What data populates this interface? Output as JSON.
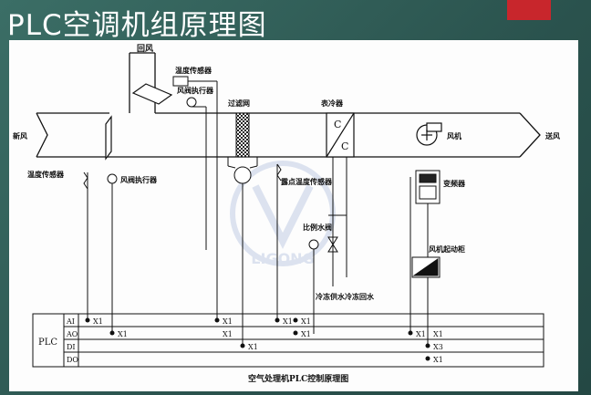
{
  "slide": {
    "title": "PLC空调机组原理图",
    "accent_color": "#c8262c",
    "background_color": "#2d5a55"
  },
  "diagram": {
    "caption": "空气处理机PLC控制原理图",
    "watermark": "LIGONG",
    "labels": {
      "return_air": "回风",
      "temp_sensor_return": "温度传感器",
      "damper_actuator_top": "风阀执行器",
      "filter": "过滤网",
      "cooler": "表冷器",
      "fan": "风机",
      "fresh_air": "新风",
      "supply_air": "送风",
      "temp_sensor_fresh": "温度传感器",
      "damper_actuator_left": "风阀执行器",
      "dew_point_sensor": "露点温度传感器",
      "frequency_converter": "变频器",
      "proportional_valve": "比例水阀",
      "chilled_water": "冷冻供水冷冻回水",
      "fan_starter": "风机起动柜",
      "coil_c1": "C",
      "coil_c2": "C"
    },
    "plc": {
      "label": "PLC",
      "rows": [
        "AI",
        "AO",
        "DI",
        "DO"
      ],
      "points": [
        "X1",
        "X1",
        "X1",
        "X1",
        "X1",
        "X1",
        "X1",
        "X1",
        "X1",
        "X1",
        "X3",
        "X1"
      ]
    }
  }
}
